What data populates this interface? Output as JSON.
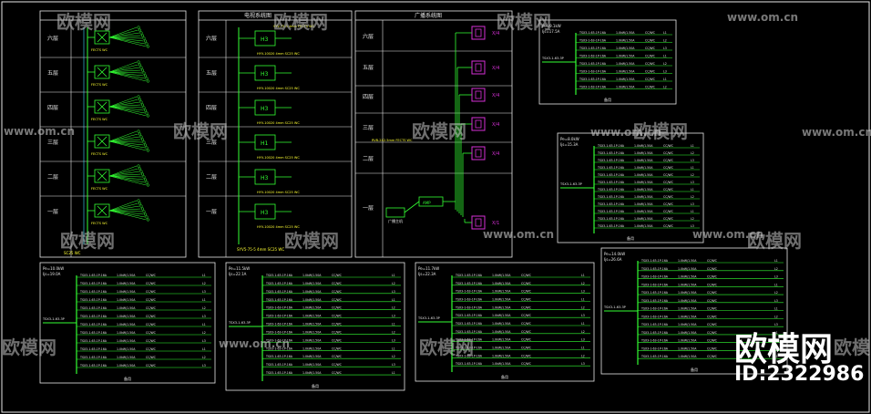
{
  "titles": {
    "security": "电视系统图",
    "broadcast": "广播系统图"
  },
  "floors": [
    "六层",
    "五层",
    "四层",
    "三层",
    "二层",
    "一层"
  ],
  "tv_nodes": [
    "H3",
    "H3",
    "H3",
    "H1",
    "H3",
    "H3"
  ],
  "speaker_labels": [
    "X/4",
    "X/4",
    "X/4",
    "X/4",
    "X/4",
    "X/1"
  ],
  "amp_labels": {
    "amp": "AMP",
    "main": "广播主机"
  },
  "panel_labels": {
    "p1": [
      "Pe=10.0kW",
      "Ijs=19.0A"
    ],
    "p2": [
      "Pe=11.5kW",
      "Ijs=22.1A"
    ],
    "p3": [
      "Pe=11.7kW",
      "Ijs=22.3A"
    ],
    "p4": [
      "Pe=9.1kW",
      "Ijs=17.5A"
    ],
    "p5": [
      "Pe=8.0kW",
      "Ijs=15.3A"
    ],
    "p6": [
      "Pe=14.0kW",
      "Ijs=26.6A"
    ]
  },
  "row_circuit": "TSX3-1-63-1P-16A",
  "row_load": "1.0kW/1.50A",
  "row_tag": "CC/WC",
  "row_spare": "备用",
  "watermarks": {
    "cn": "欧模网",
    "url": "www.om.cn",
    "brand": "欧模网",
    "id": "ID:2322986"
  }
}
